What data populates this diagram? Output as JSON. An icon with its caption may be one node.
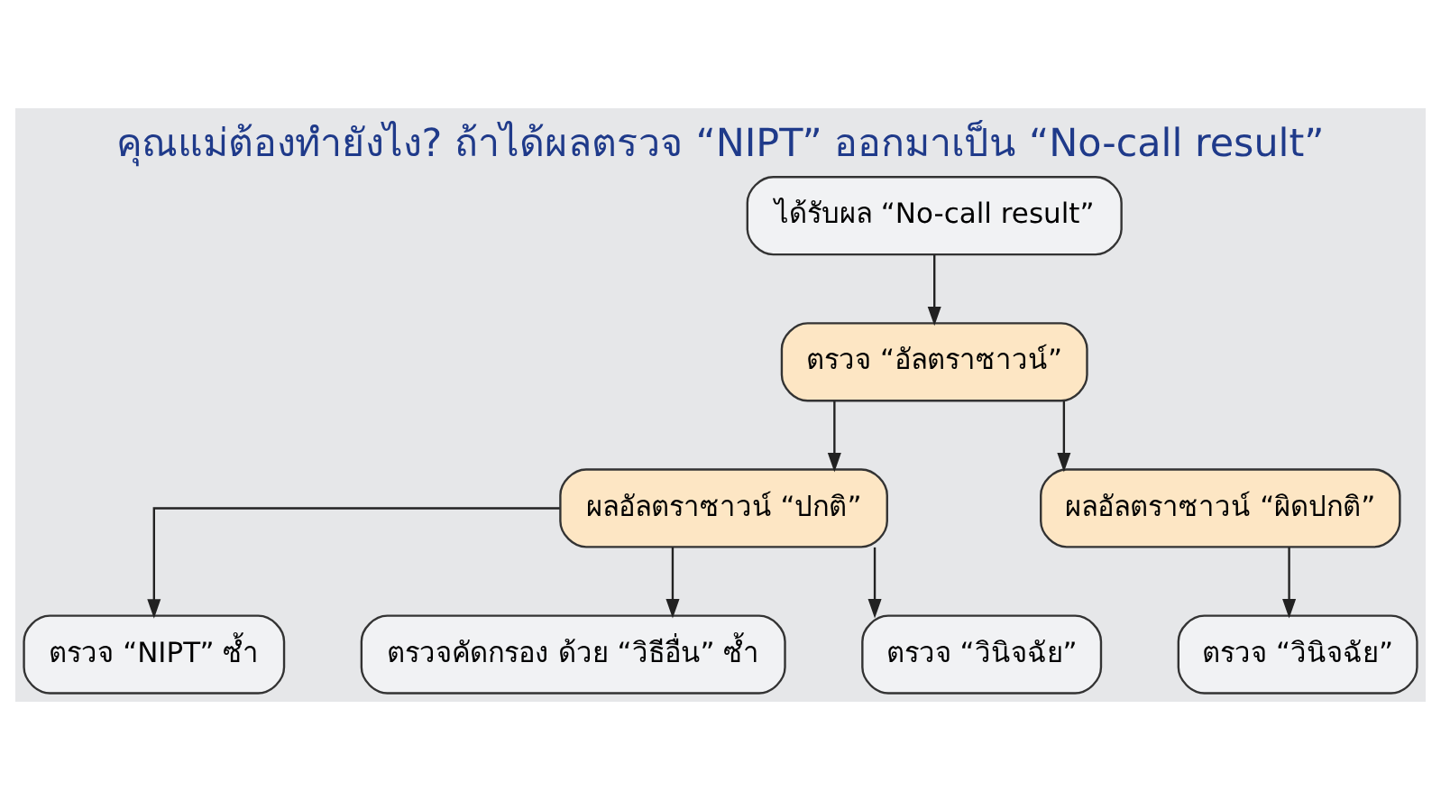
{
  "diagram": {
    "title": "คุณแม่ต้องทำยังไง? ถ้าได้ผลตรวจ “NIPT” ออกมาเป็น “No-call result”",
    "nodes": [
      {
        "text": [
          "ได้รับผล “No-call result”"
        ]
      },
      {
        "text": [
          "ตรวจ “อัลตราซาวน์”"
        ]
      },
      {
        "text": [
          "ผลอัลตราซาวน์ “ปกติ”"
        ]
      },
      {
        "text": [
          "ผลอัลตราซาวน์ “ผิดปกติ”"
        ]
      },
      {
        "text": [
          "ตรวจ “NIPT” ซ้ำ"
        ]
      },
      {
        "text": [
          "ตรวจคัดกรอง ด้วย “วิธีอื่น” ซ้ำ"
        ]
      },
      {
        "text": [
          "ตรวจ “วินิจฉัย”"
        ]
      },
      {
        "text": [
          "ตรวจ “วินิจฉัย”"
        ]
      }
    ],
    "edges": [
      {
        "from": 0,
        "to": 1,
        "arrow": "to"
      },
      {
        "from": 1,
        "to": 2,
        "arrow": "to"
      },
      {
        "from": 1,
        "to": 3,
        "arrow": "to"
      },
      {
        "from": 2,
        "to": 4,
        "arrow": "to"
      },
      {
        "from": 2,
        "to": 5,
        "arrow": "to"
      },
      {
        "from": 2,
        "to": 6,
        "arrow": "to"
      },
      {
        "from": 3,
        "to": 7,
        "arrow": "to"
      }
    ]
  }
}
